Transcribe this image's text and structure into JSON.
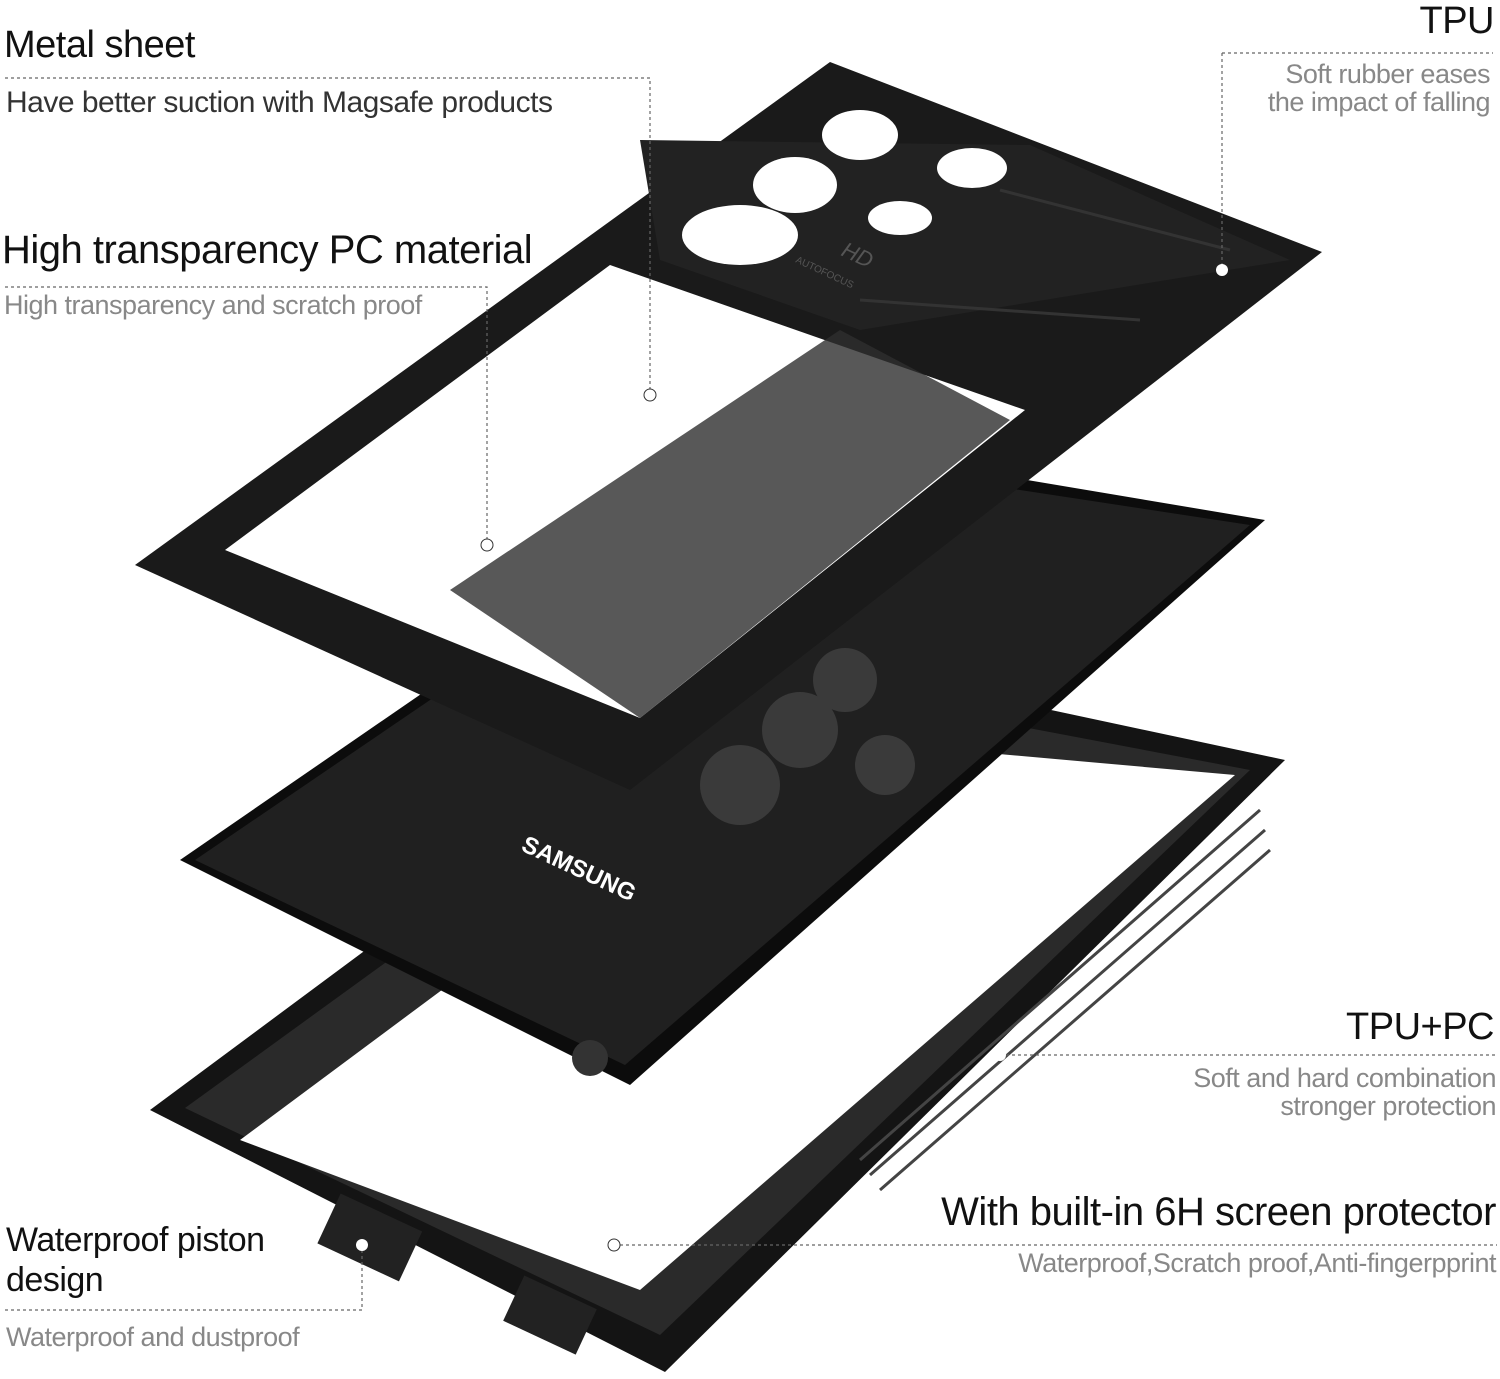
{
  "callouts": {
    "metal_sheet": {
      "title": "Metal sheet",
      "desc": "Have better suction with Magsafe products"
    },
    "pc_material": {
      "title": "High transparency PC material",
      "desc": "High transparency and scratch proof"
    },
    "tpu": {
      "title": "TPU",
      "desc_line1": "Soft rubber eases",
      "desc_line2": "the impact of falling"
    },
    "tpu_pc": {
      "title": "TPU+PC",
      "desc_line1": "Soft and hard combination",
      "desc_line2": "stronger protection"
    },
    "screen_protector": {
      "title": "With built-in  6H screen protector",
      "desc": "Waterproof,Scratch proof,Anti-fingerpprint"
    },
    "piston": {
      "title_line1": "Waterproof piston",
      "title_line2": "design",
      "desc": "Waterproof and dustproof"
    }
  },
  "product": {
    "brand_logo": "SAMSUNG",
    "camera_label": "HD",
    "camera_sub": "AUTOFOCUS"
  },
  "colors": {
    "case": "#1c1c1c",
    "heading": "#111111",
    "subtext": "#888888"
  }
}
